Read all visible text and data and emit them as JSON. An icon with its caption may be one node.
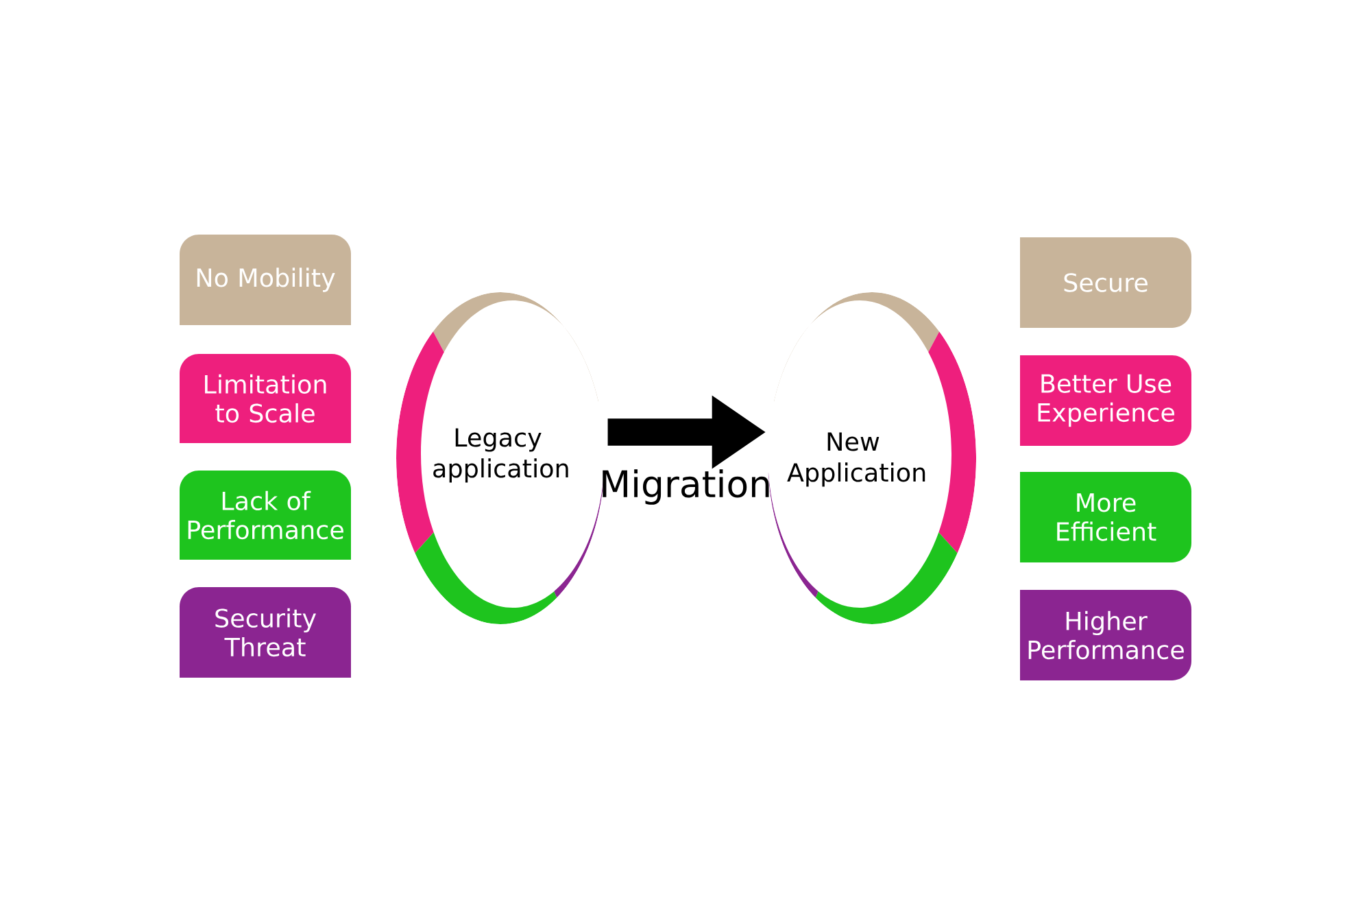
{
  "diagram": {
    "nodes": [
      {
        "text": [
          "No Mobility"
        ]
      },
      {
        "text": [
          "Limitation to Scale"
        ]
      },
      {
        "text": [
          "Lack of Performance"
        ]
      },
      {
        "text": [
          "Security Threat"
        ]
      },
      {
        "text": [
          "Legacy application"
        ]
      },
      {
        "text": [
          "New Application"
        ]
      },
      {
        "text": [
          "Secure"
        ]
      },
      {
        "text": [
          "Better Use Experience"
        ]
      },
      {
        "text": [
          "More Efficient"
        ]
      },
      {
        "text": [
          "Higher Performance"
        ]
      }
    ],
    "edges": [
      {
        "from": 4,
        "to": 5,
        "arrow": "to",
        "label": "Migration"
      }
    ]
  }
}
